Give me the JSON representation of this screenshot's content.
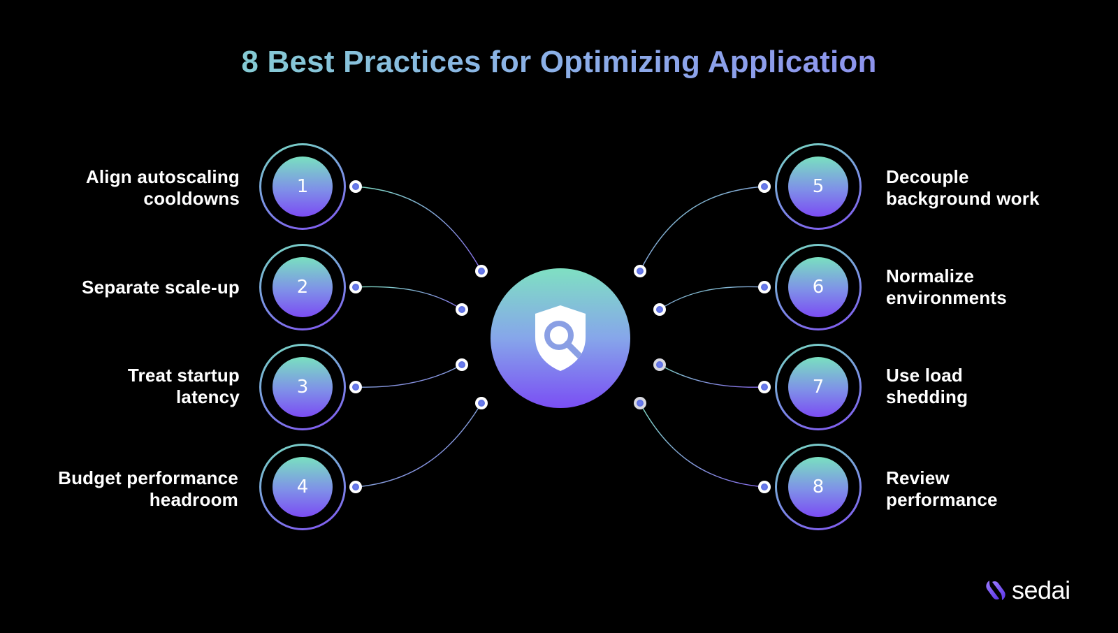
{
  "title": "8 Best Practices for Optimizing Application",
  "hub_icon": "shield-search-icon",
  "practices": [
    {
      "number": "1",
      "label_lines": [
        "Align autoscaling",
        "cooldowns"
      ],
      "side": "left"
    },
    {
      "number": "2",
      "label_lines": [
        "Separate scale-up"
      ],
      "side": "left"
    },
    {
      "number": "3",
      "label_lines": [
        "Treat startup",
        "latency"
      ],
      "side": "left"
    },
    {
      "number": "4",
      "label_lines": [
        "Budget performance",
        "headroom"
      ],
      "side": "left"
    },
    {
      "number": "5",
      "label_lines": [
        "Decouple",
        "background work"
      ],
      "side": "right"
    },
    {
      "number": "6",
      "label_lines": [
        "Normalize",
        "environments"
      ],
      "side": "right"
    },
    {
      "number": "7",
      "label_lines": [
        "Use load",
        "shedding"
      ],
      "side": "right"
    },
    {
      "number": "8",
      "label_lines": [
        "Review",
        "performance"
      ],
      "side": "right"
    }
  ],
  "brand": {
    "name": "sedai",
    "logo_icon": "sedai-logo-icon"
  },
  "colors": {
    "background": "#000000",
    "teal": "#7fe0c2",
    "violet": "#7b4cf3",
    "connector": "#8a86e8"
  }
}
